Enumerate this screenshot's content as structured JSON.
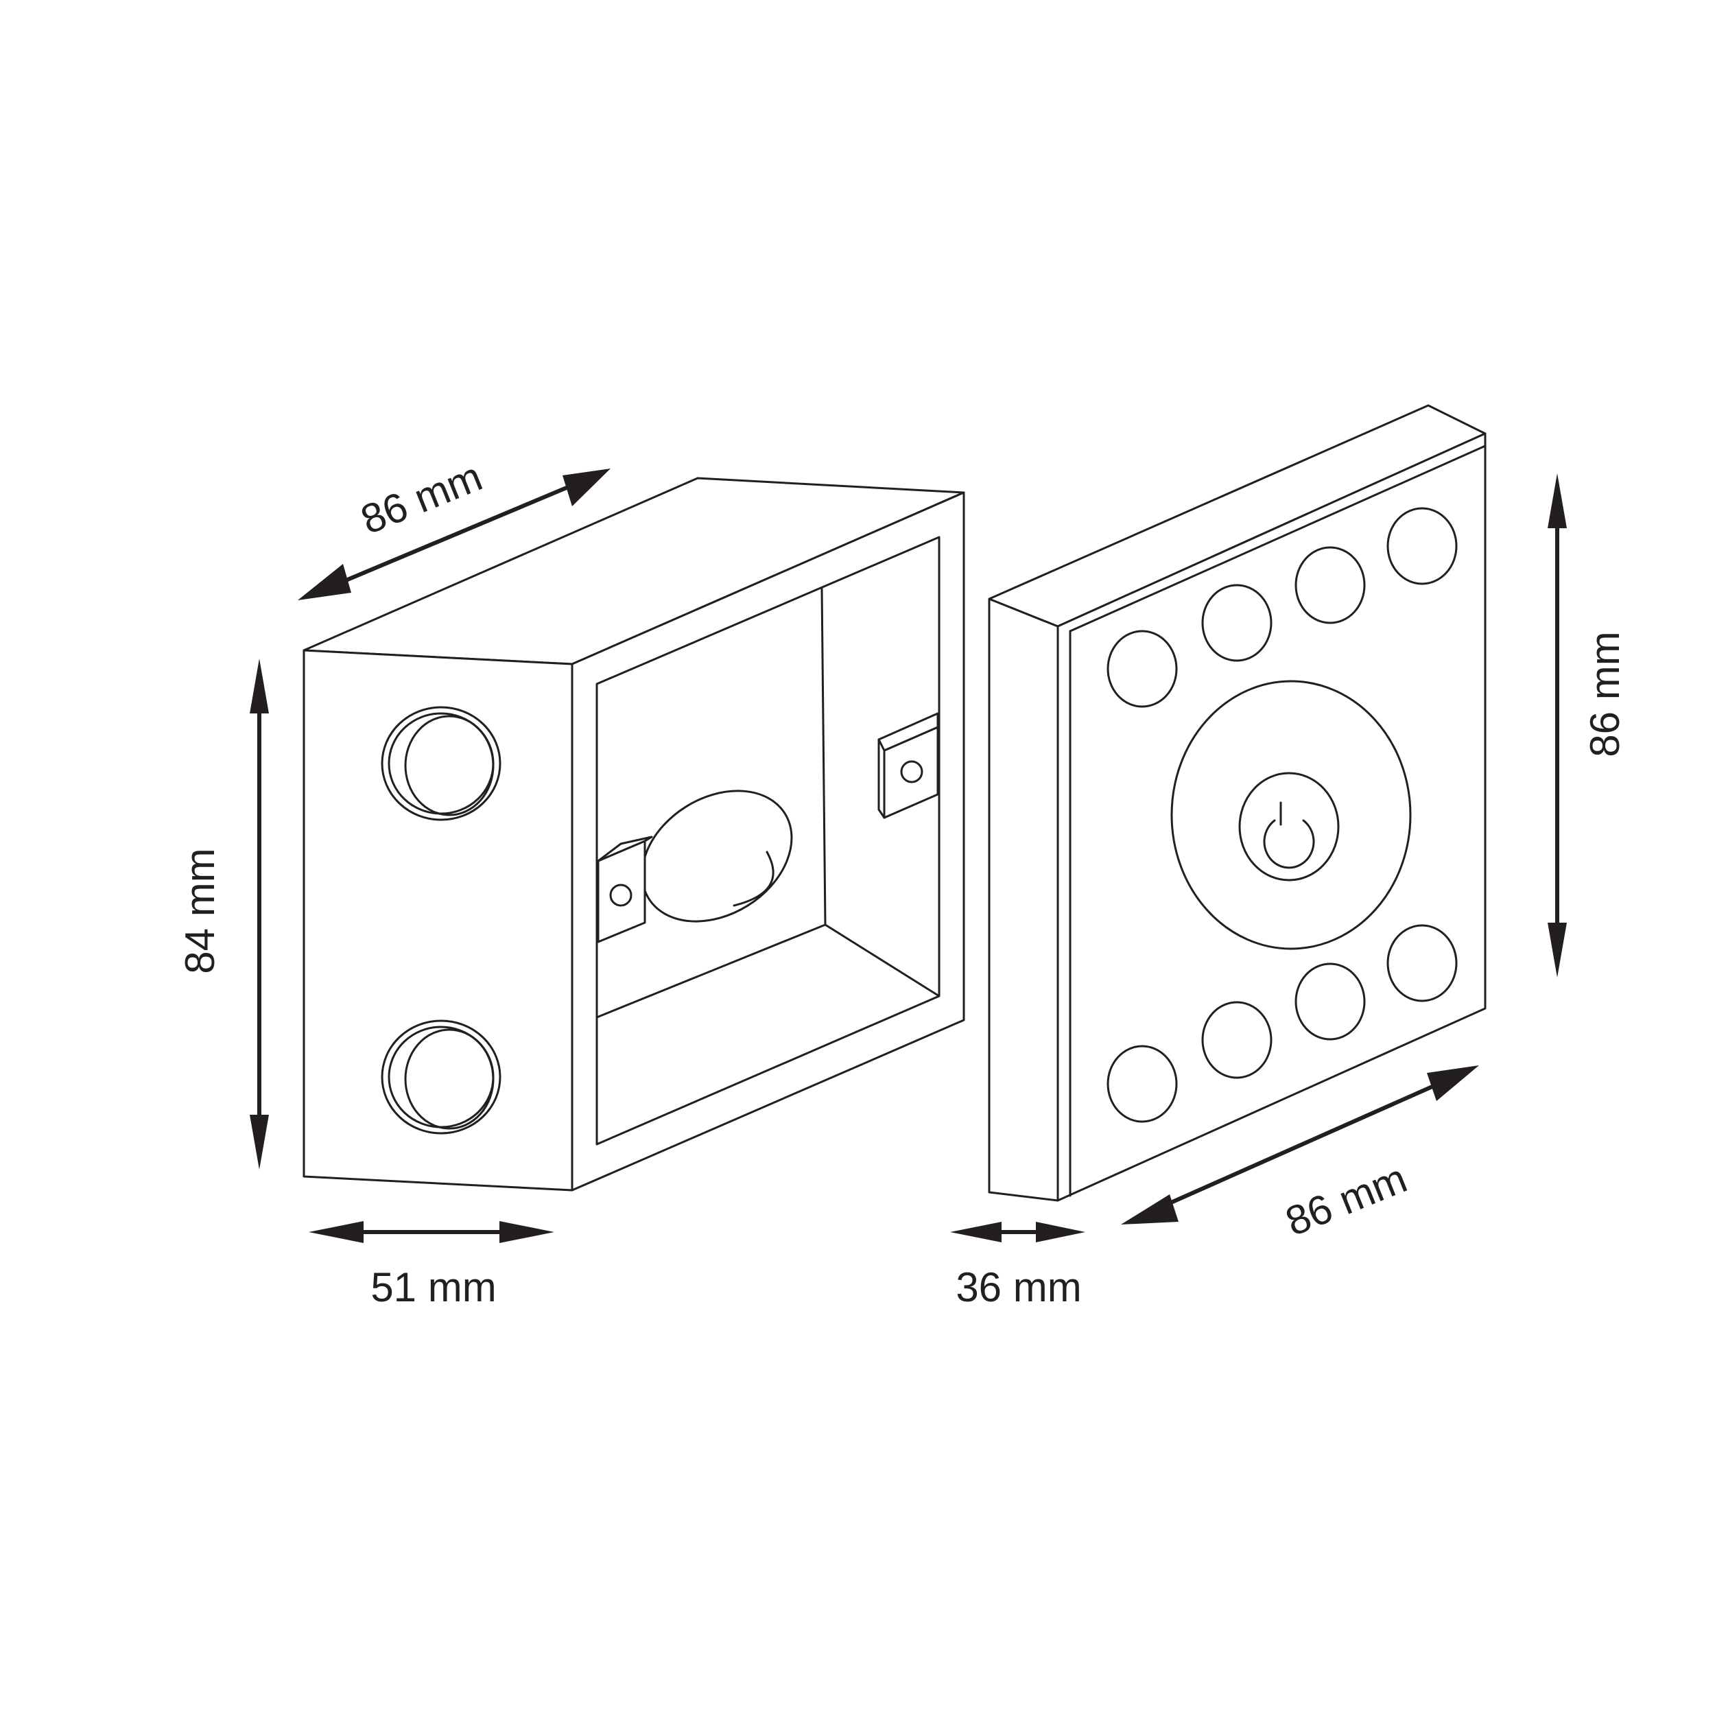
{
  "dimensions": {
    "box_width": "86 mm",
    "box_height": "84 mm",
    "box_depth": "51 mm",
    "panel_depth": "36 mm",
    "panel_width": "86 mm",
    "panel_height": "86 mm"
  },
  "colors": {
    "line": "#231f20",
    "background": "#ffffff"
  },
  "icons": {
    "panel_center": "power-icon"
  }
}
